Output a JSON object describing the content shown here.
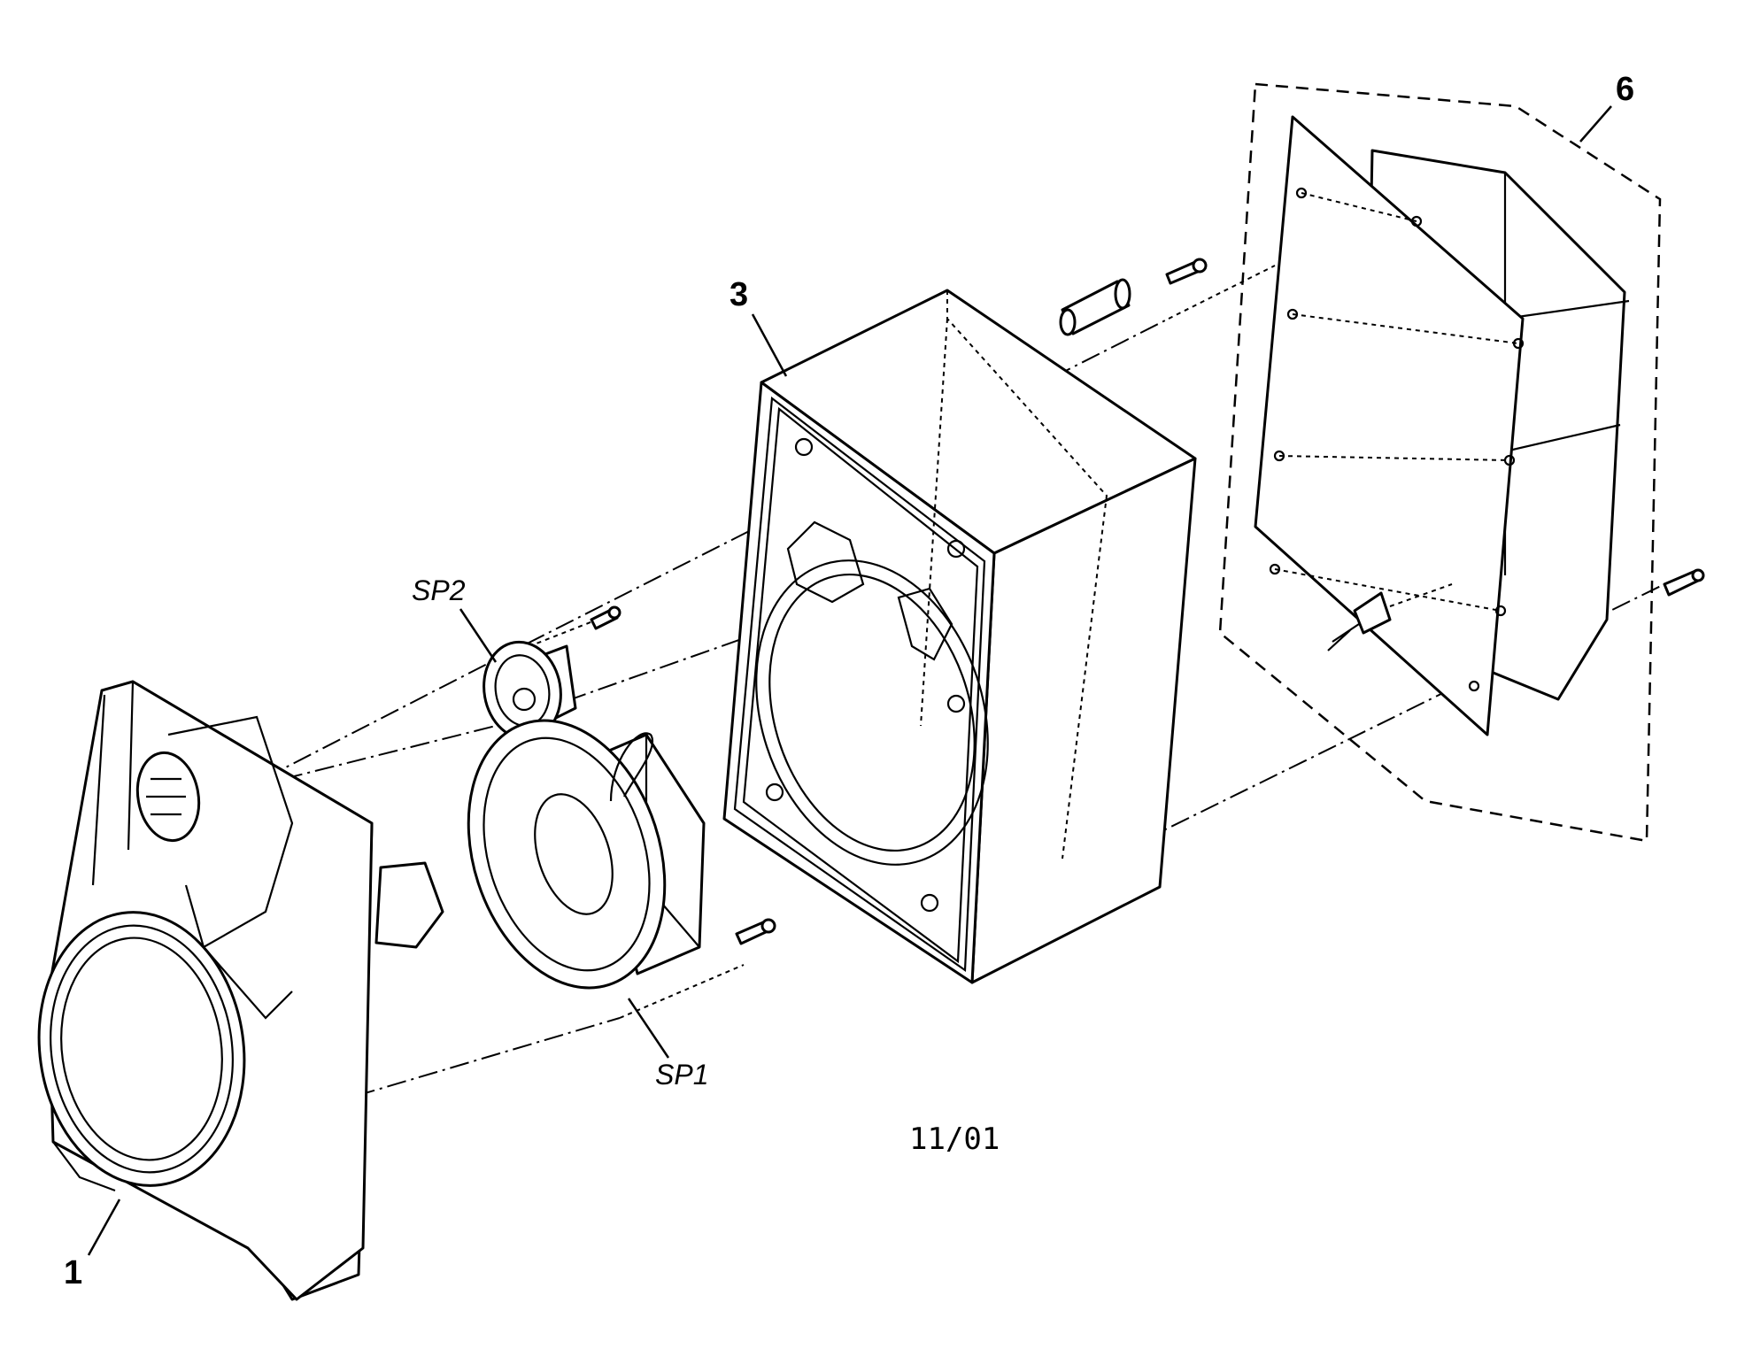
{
  "callouts": {
    "front_grille": "1",
    "cabinet": "3",
    "rear_panel_assembly": "6",
    "woofer": "SP1",
    "tweeter": "SP2"
  },
  "footer": {
    "revision_date": "11/01"
  }
}
